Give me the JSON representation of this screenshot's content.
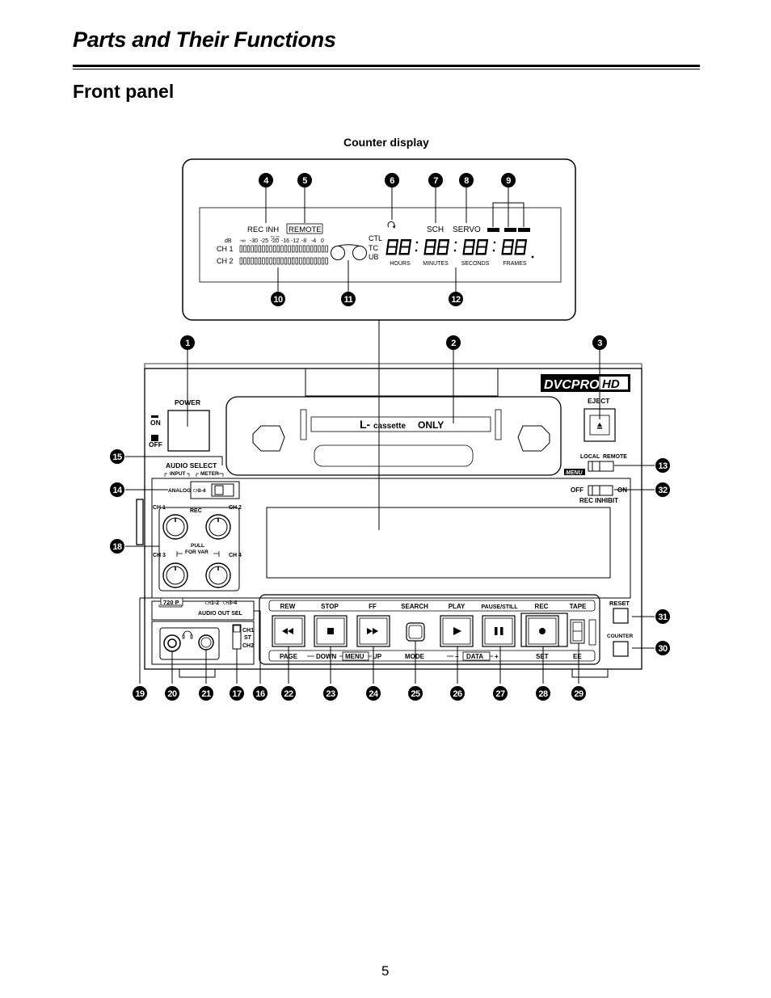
{
  "page": {
    "title": "Parts and Their Functions",
    "section": "Front panel",
    "number": "5"
  },
  "counter_display": {
    "caption": "Counter display",
    "rec_inh": "REC INH",
    "remote": "REMOTE",
    "sch": "SCH",
    "servo": "SERVO",
    "ctl": "CTL",
    "tc": "TC",
    "ub": "UB",
    "db": "dB",
    "scale": [
      "-∞",
      "-30",
      "-25",
      "-20",
      "-16",
      "-12",
      "-8",
      "-4",
      "0"
    ],
    "ch1": "CH 1",
    "ch2": "CH 2",
    "digits": "88:88:88:88.",
    "time_labels": [
      "HOURS",
      "MINUTES",
      "SECONDS",
      "FRAMES"
    ]
  },
  "front_panel": {
    "power": "POWER",
    "on": "ON",
    "off": "OFF",
    "cassette_prefix": "L-",
    "cassette_word": "cassette",
    "cassette_only": "ONLY",
    "logo_dvcpro": "DVCPRO",
    "logo_hd": "HD",
    "eject": "EJECT",
    "local": "LOCAL",
    "remote": "REMOTE",
    "menu": "MENU",
    "audio_select": "AUDIO SELECT",
    "input": "INPUT",
    "meter": "METER",
    "analog": "ANALOG",
    "ch34_switch": "3-4",
    "ch_small": "CH",
    "ch_1": "CH 1",
    "ch_2": "CH 2",
    "ch_3": "CH 3",
    "ch_4": "CH 4",
    "rec": "REC",
    "pull": "PULL",
    "for_var": "FOR VAR",
    "rec_inhibit_off": "OFF",
    "rec_inhibit_on": "ON",
    "rec_inhibit": "REC INHIBIT",
    "format_720p": "720 P",
    "ch12": "1-2",
    "ch34": "3-4",
    "audio_out_sel": "AUDIO OUT SEL",
    "out_ch1": "CH1",
    "out_st": "ST",
    "out_ch2": "CH2",
    "top_labels": [
      "REW",
      "STOP",
      "FF",
      "SEARCH",
      "PLAY",
      "PAUSE/STILL",
      "REC",
      "TAPE"
    ],
    "bottom_page": "PAGE",
    "bottom_down": "DOWN",
    "bottom_menu": "MENU",
    "bottom_up": "UP",
    "bottom_mode": "MODE",
    "bottom_minus": "−",
    "bottom_data": "DATA",
    "bottom_plus": "+",
    "bottom_set": "SET",
    "bottom_ee": "EE",
    "reset": "RESET",
    "counter": "COUNTER"
  },
  "callouts": {
    "n1": "1",
    "n2": "2",
    "n3": "3",
    "n4": "4",
    "n5": "5",
    "n6": "6",
    "n7": "7",
    "n8": "8",
    "n9": "9",
    "n10": "10",
    "n11": "11",
    "n12": "12",
    "n13": "13",
    "n14": "14",
    "n15": "15",
    "n16": "16",
    "n17": "17",
    "n18": "18",
    "n19": "19",
    "n20": "20",
    "n21": "21",
    "n22": "22",
    "n23": "23",
    "n24": "24",
    "n25": "25",
    "n26": "26",
    "n27": "27",
    "n28": "28",
    "n29": "29",
    "n30": "30",
    "n31": "31",
    "n32": "32"
  }
}
